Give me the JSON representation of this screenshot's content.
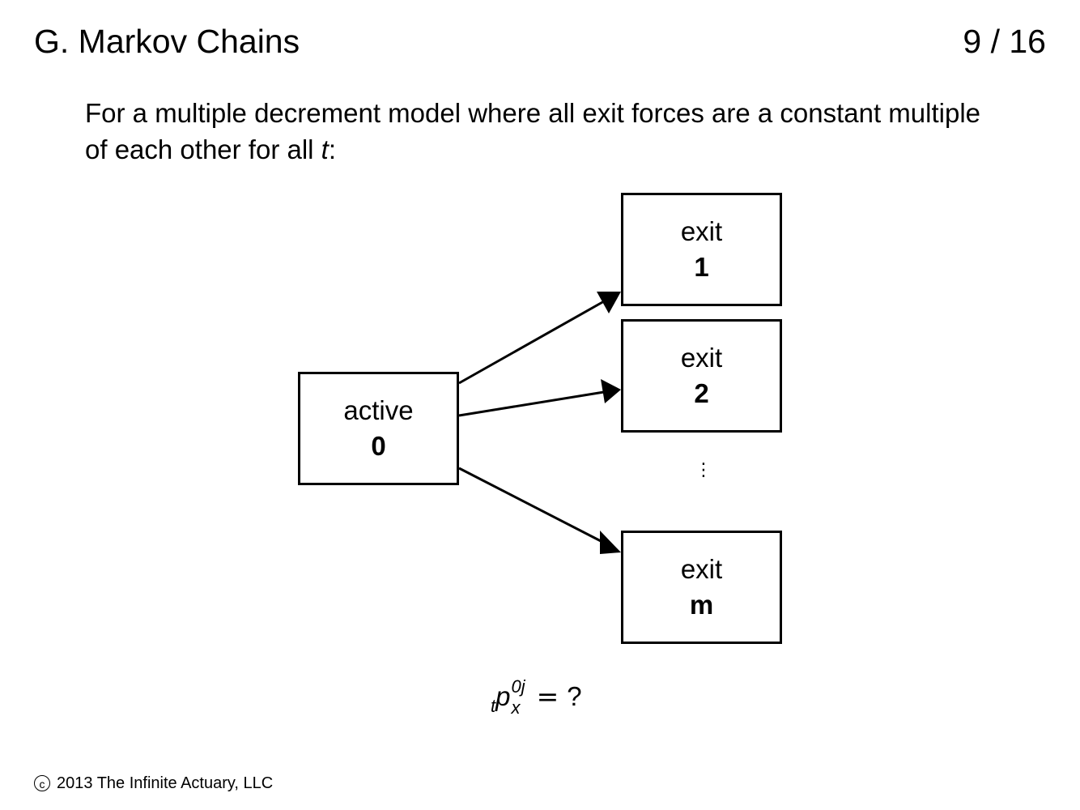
{
  "header": {
    "title": "G. Markov Chains",
    "page": "9 / 16"
  },
  "intro": {
    "text": "For a multiple decrement model where all exit forces are a constant multiple of each other for all ",
    "var": "t",
    "suffix": ":"
  },
  "diagram": {
    "active": {
      "label": "active",
      "id": "0"
    },
    "exits": [
      {
        "label": "exit",
        "id": "1"
      },
      {
        "label": "exit",
        "id": "2"
      },
      {
        "label": "exit",
        "id": "m"
      }
    ],
    "ellipsis": "⋮"
  },
  "formula": {
    "pre_sub": "t",
    "symbol": "p",
    "sup": "0j",
    "sub": "x",
    "rhs": "?"
  },
  "footer": {
    "icon": "copyright-icon",
    "symbol": "c",
    "text": "2013 The Infinite Actuary, LLC"
  }
}
